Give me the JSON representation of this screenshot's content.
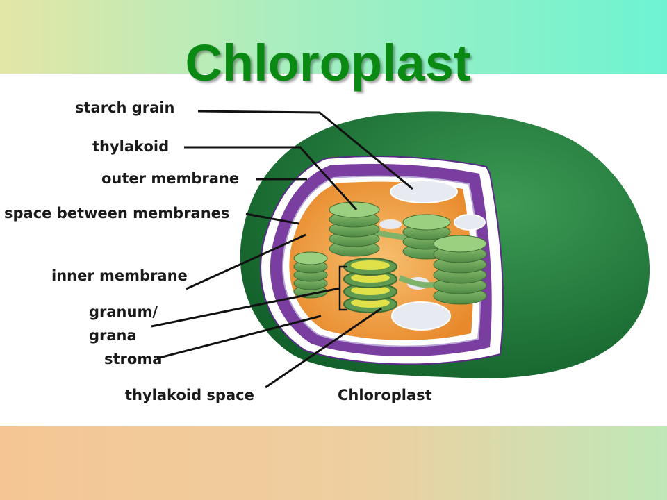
{
  "title": "Chloroplast",
  "caption": "Chloroplast",
  "labels": {
    "starch_grain": "starch grain",
    "thylakoid": "thylakoid",
    "outer_membrane": "outer membrane",
    "space_between_membranes": "space between membranes",
    "inner_membrane": "inner membrane",
    "granum_line1": "granum/",
    "granum_line2": "grana",
    "stroma": "stroma",
    "thylakoid_space": "thylakoid space"
  },
  "colors": {
    "title": "#0a8a12",
    "outer_shell": "#1f7a36",
    "membrane_space": "#7a3ea0",
    "stroma": "#f0a040",
    "thylakoid": "#6aa35a",
    "thylakoid_lumen": "#e0e048"
  }
}
